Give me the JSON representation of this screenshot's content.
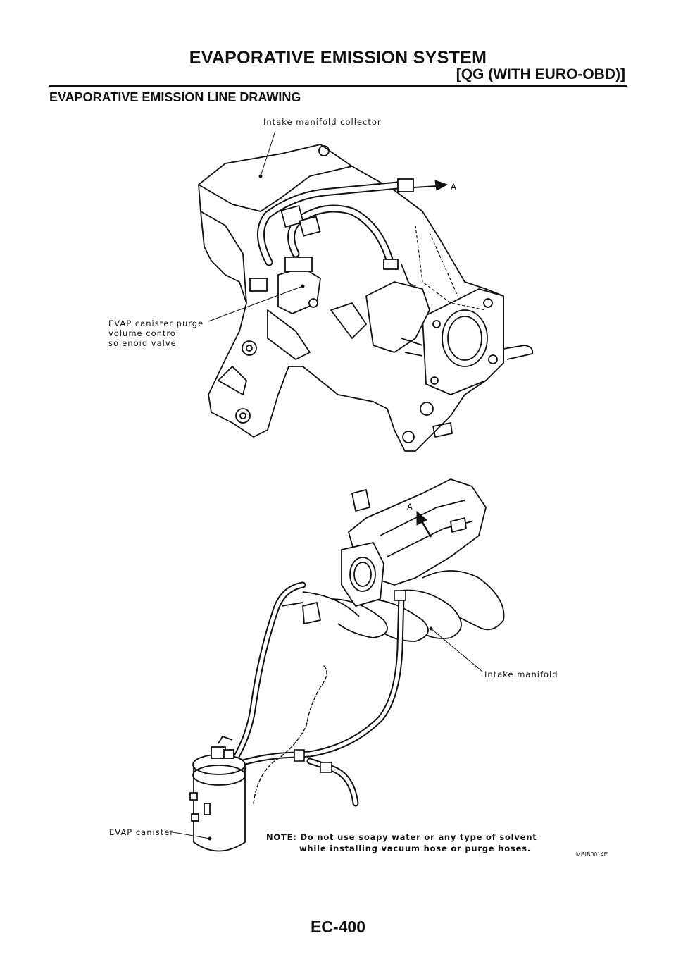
{
  "header": {
    "title": "EVAPORATIVE EMISSION SYSTEM",
    "subtitle": "[QG (WITH EURO-OBD)]"
  },
  "section_title": "EVAPORATIVE EMISSION LINE DRAWING",
  "figure": {
    "labels": {
      "intake_manifold_collector": "Intake manifold collector",
      "arrow_a_top": "A",
      "purge_valve": "EVAP canister purge\nvolume control\nsolenoid valve",
      "arrow_a_bottom": "A",
      "intake_manifold": "Intake manifold",
      "evap_canister": "EVAP canister"
    },
    "note_line1": "NOTE: Do not use soapy water or any type of solvent",
    "note_line2": "while installing  vacuum hose or purge hoses.",
    "figure_id": "MBIB0014E"
  },
  "footer": {
    "page_number": "EC-400"
  }
}
